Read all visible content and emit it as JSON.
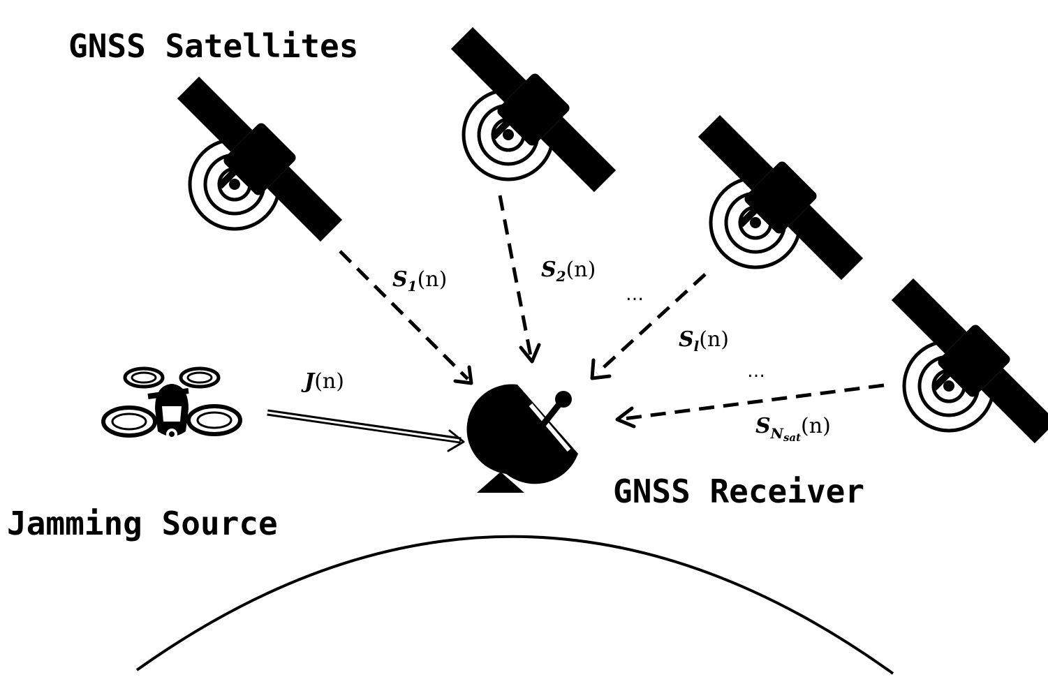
{
  "labels": {
    "satellites": "GNSS Satellites",
    "receiver": "GNSS Receiver",
    "jammer": "Jamming Source"
  },
  "signals": {
    "s1": {
      "base": "S",
      "sub": "1",
      "arg": "(n)"
    },
    "s2": {
      "base": "S",
      "sub": "2",
      "arg": "(n)"
    },
    "sl": {
      "base": "S",
      "sub": "l",
      "arg": "(n)"
    },
    "snsat": {
      "base": "S",
      "sub": "N",
      "subsub": "sat",
      "arg": "(n)"
    },
    "jam": {
      "base": "J",
      "arg": "(n)"
    }
  },
  "ellipsis": "…",
  "icons": [
    "satellite-icon",
    "drone-icon",
    "dish-antenna-icon",
    "earth-arc"
  ]
}
